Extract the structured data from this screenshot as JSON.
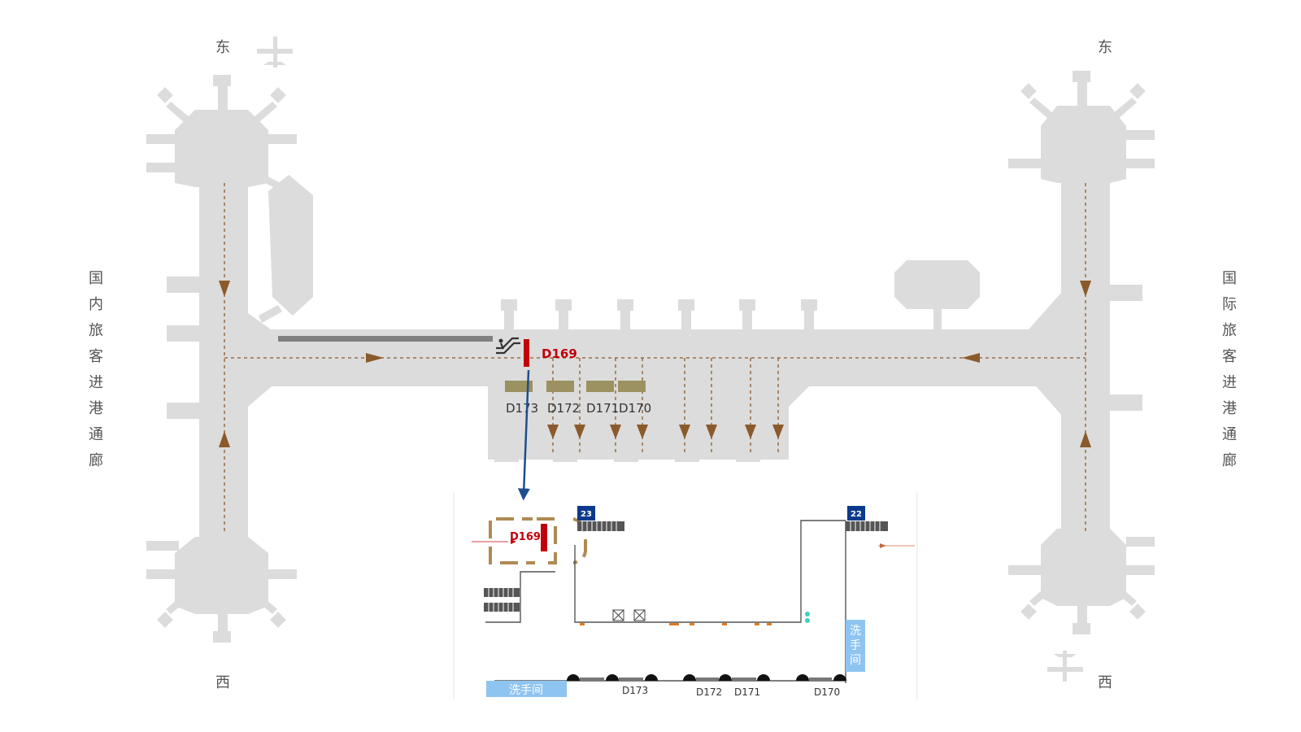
{
  "colors": {
    "terminal": "#dcdcdc",
    "path": "#8b5a2b",
    "highlight": "#c0000b",
    "gate_block": "#9c9160",
    "pointer": "#1f4e8c",
    "walkway": "#808080",
    "washroom": "#8ec4f0",
    "gate_badge": "#0b3a8c",
    "bracket": "#b08a52"
  },
  "compass": {
    "left_top": "东",
    "left_bottom": "西",
    "right_top": "东",
    "right_bottom": "西"
  },
  "corridors": {
    "left": [
      "国",
      "内",
      "旅",
      "客",
      "进",
      "港",
      "通",
      "廊"
    ],
    "right": [
      "国",
      "际",
      "旅",
      "客",
      "进",
      "港",
      "通",
      "廊"
    ]
  },
  "icons": {
    "airplane_top": "airplane-icon",
    "airplane_bottom": "airplane-icon",
    "escalator": "escalator-icon"
  },
  "main_map": {
    "highlight_label": "D169",
    "gates": [
      "D173",
      "D172",
      "D171",
      "D170"
    ]
  },
  "inset": {
    "highlight_label": "D169",
    "gate_badges": [
      "23",
      "22"
    ],
    "washroom_horizontal": "洗手间",
    "washroom_vertical": [
      "洗",
      "手",
      "间"
    ],
    "gates": [
      "D173",
      "D172",
      "D171",
      "D170"
    ]
  }
}
